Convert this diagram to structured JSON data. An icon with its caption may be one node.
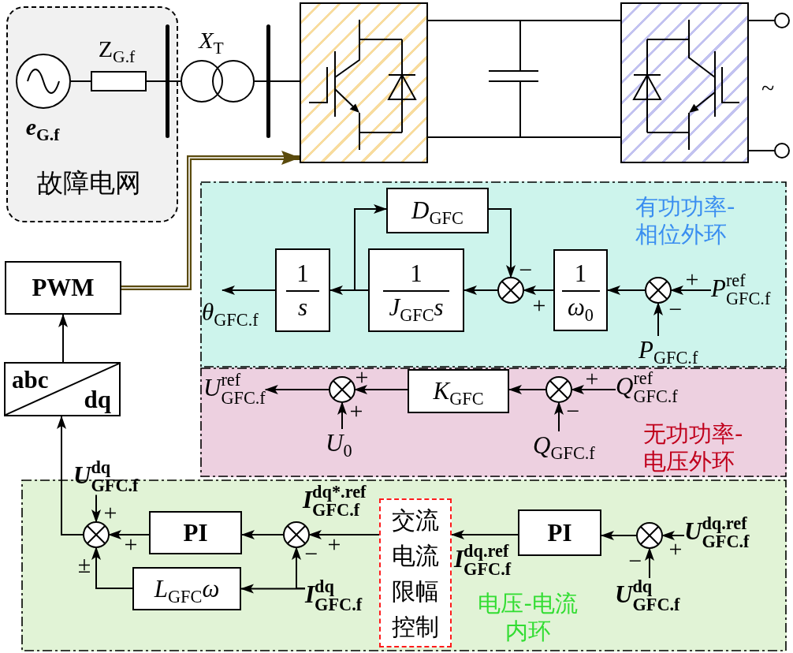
{
  "diagram": {
    "nodes": [
      {
        "text": [
          "故障电网"
        ]
      },
      {
        "text": [],
        "shape": "circle",
        "in": 0,
        "beside": [
          "*e*$_{G.f}$"
        ]
      },
      {
        "text": [],
        "shape": "box",
        "in": 0,
        "beside": [
          "Z$_{G.f}$"
        ]
      },
      {
        "text": [],
        "shape": "bar",
        "in": 0
      },
      {
        "text": [],
        "shape": "circle",
        "beside": [
          "*X*$_{T}$"
        ]
      },
      {
        "text": [],
        "shape": "bar"
      },
      {
        "text": [],
        "shape": "box"
      },
      {
        "text": [],
        "shape": "box",
        "beside": [
          "~"
        ]
      },
      {
        "text": [],
        "shape": "circle"
      },
      {
        "text": [],
        "shape": "circle"
      },
      {
        "text": [
          "有功功率-相位外环"
        ]
      },
      {
        "text": [
          "*D*$_{GFC}$"
        ],
        "in": 10
      },
      {
        "text": [
          "1",
          "s"
        ],
        "in": 10
      },
      {
        "text": [
          "1",
          "*J*$_{GFC}$*s*"
        ],
        "in": 10
      },
      {
        "text": [],
        "shape": "circle",
        "in": 10,
        "beside": [
          "−",
          "+"
        ]
      },
      {
        "text": [
          "1",
          "*ω*$_{0}$"
        ],
        "in": 10
      },
      {
        "text": [],
        "shape": "circle",
        "in": 10,
        "beside": [
          "+",
          "−"
        ]
      },
      {
        "text": [
          "*P*$^{ref}$$_{GFC.f}$"
        ],
        "in": 10
      },
      {
        "text": [
          "*θ*$_{GFC.f}$"
        ],
        "in": 10
      },
      {
        "text": [
          "*P*$_{GFC.f}$"
        ],
        "in": 10
      },
      {
        "text": [
          "PWM"
        ]
      },
      {
        "text": [
          "无功功率-电压外环"
        ]
      },
      {
        "text": [
          "*U*$^{ref}$$_{GFC.f}$"
        ],
        "in": 21
      },
      {
        "text": [],
        "shape": "circle",
        "in": 21,
        "beside": [
          "+",
          "+"
        ]
      },
      {
        "text": [
          "*K*$_{GFC}$"
        ],
        "in": 21
      },
      {
        "text": [],
        "shape": "circle",
        "in": 21,
        "beside": [
          "+",
          "−"
        ]
      },
      {
        "text": [
          "*Q*$^{ref}$$_{GFC.f}$"
        ],
        "in": 21
      },
      {
        "text": [
          "*U*$_{0}$"
        ],
        "in": 21
      },
      {
        "text": [
          "*Q*$_{GFC.f}$"
        ],
        "in": 21
      },
      {
        "text": [
          "abc",
          "dq"
        ]
      },
      {
        "text": [
          "*U*$^{dq}$$_{GFC.f}$"
        ]
      },
      {
        "text": [
          "电压-电流内环"
        ]
      },
      {
        "text": [],
        "shape": "circle",
        "in": 31,
        "beside": [
          "+",
          "+",
          "±"
        ]
      },
      {
        "text": [
          "PI"
        ],
        "in": 31
      },
      {
        "text": [],
        "shape": "circle",
        "in": 31,
        "beside": [
          "+",
          "−"
        ]
      },
      {
        "text": [
          "交流电流限幅控制"
        ],
        "in": 31
      },
      {
        "text": [
          "PI"
        ],
        "in": 31
      },
      {
        "text": [],
        "shape": "circle",
        "in": 31,
        "beside": [
          "+",
          "−"
        ]
      },
      {
        "text": [
          "*U*$^{dq.ref}$$_{GFC.f}$"
        ],
        "in": 31
      },
      {
        "text": [
          "*L*$_{GFC}$*ω*"
        ],
        "in": 31
      },
      {
        "text": [
          "*I*$^{dq}$$_{GFC.f}$"
        ],
        "in": 31
      },
      {
        "text": [
          "*U*$^{dq}$$_{GFC.f}$"
        ],
        "in": 31
      }
    ],
    "edges": [
      {
        "from": 20,
        "to": 6,
        "arrow": "to",
        "style": "thick",
        "color": "#5a4a0c"
      },
      {
        "from": 6,
        "to": 7,
        "arrow": "none"
      },
      {
        "from": 6,
        "to": 7,
        "arrow": "none"
      },
      {
        "from": 17,
        "to": 16,
        "arrow": "to"
      },
      {
        "from": 19,
        "to": 16,
        "arrow": "to"
      },
      {
        "from": 16,
        "to": 15,
        "arrow": "to"
      },
      {
        "from": 15,
        "to": 14,
        "arrow": "to"
      },
      {
        "from": 11,
        "to": 14,
        "arrow": "to"
      },
      {
        "from": 14,
        "to": 13,
        "arrow": "to"
      },
      {
        "from": 13,
        "to": 12,
        "arrow": "to"
      },
      {
        "from": 13,
        "to": 11,
        "arrow": "to"
      },
      {
        "from": 12,
        "to": 18,
        "arrow": "to"
      },
      {
        "from": 26,
        "to": 25,
        "arrow": "to"
      },
      {
        "from": 28,
        "to": 25,
        "arrow": "to"
      },
      {
        "from": 25,
        "to": 24,
        "arrow": "to"
      },
      {
        "from": 24,
        "to": 23,
        "arrow": "to"
      },
      {
        "from": 27,
        "to": 23,
        "arrow": "to"
      },
      {
        "from": 23,
        "to": 22,
        "arrow": "to"
      },
      {
        "from": 38,
        "to": 37,
        "arrow": "to"
      },
      {
        "from": 41,
        "to": 37,
        "arrow": "to"
      },
      {
        "from": 37,
        "to": 36,
        "arrow": "to"
      },
      {
        "from": 36,
        "to": 35,
        "arrow": "to",
        "label": "*I*$^{dq.ref}$$_{GFC.f}$"
      },
      {
        "from": 35,
        "to": 34,
        "arrow": "to",
        "label": "*I*$^{dq*.ref}$$_{GFC.f}$"
      },
      {
        "from": 34,
        "to": 33,
        "arrow": "to"
      },
      {
        "from": 33,
        "to": 32,
        "arrow": "to"
      },
      {
        "from": 39,
        "to": 32,
        "arrow": "to"
      },
      {
        "from": 30,
        "to": 32,
        "arrow": "to"
      },
      {
        "from": 40,
        "to": 39,
        "arrow": "to"
      },
      {
        "from": 40,
        "to": 34,
        "arrow": "to"
      },
      {
        "from": 32,
        "to": 29,
        "arrow": "to"
      },
      {
        "from": 29,
        "to": 20,
        "arrow": "to"
      },
      {
        "from": 1,
        "to": 2,
        "arrow": "none"
      },
      {
        "from": 2,
        "to": 3,
        "arrow": "none"
      },
      {
        "from": 3,
        "to": 4,
        "arrow": "none"
      },
      {
        "from": 4,
        "to": 5,
        "arrow": "none"
      },
      {
        "from": 5,
        "to": 6,
        "arrow": "none"
      },
      {
        "from": 7,
        "to": 8,
        "arrow": "none"
      },
      {
        "from": 7,
        "to": 9,
        "arrow": "none"
      }
    ]
  }
}
